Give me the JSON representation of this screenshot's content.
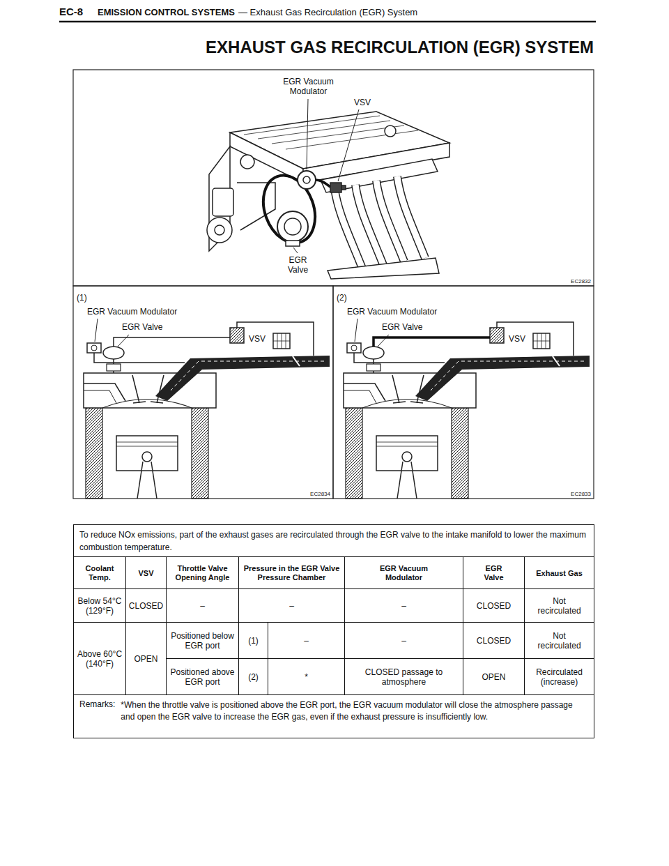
{
  "diagram": {
    "title": "EXHAUST GAS RECIRCULATION (EGR) SYSTEM",
    "labels": [
      "EC-8",
      "EMISSION CONTROL SYSTEMS",
      "— Exhaust Gas Recirculation (EGR) System",
      "EGR Vacuum Modulator",
      "VSV",
      "EGR Valve",
      "EC2832",
      "(1)",
      "EGR Vacuum Modulator",
      "EGR Valve",
      "VSV",
      "EC2834",
      "(2)",
      "EGR Vacuum Modulator",
      "EGR Valve",
      "VSV",
      "EC2833",
      "To reduce NOx emissions, part of the exhaust gases are recirculated through the EGR valve to the intake manifold to lower the maximum combustion temperature.",
      "Coolant Temp.",
      "VSV",
      "Throttle Valve Opening Angle",
      "Pressure in the EGR Valve Pressure Chamber",
      "EGR Vacuum Modulator",
      "EGR Valve",
      "Exhaust Gas",
      "Below 54°C (129°F)",
      "CLOSED",
      "–",
      "–",
      "–",
      "CLOSED",
      "Not recirculated",
      "Above 60°C (140°F)",
      "OPEN",
      "Positioned below EGR port",
      "(1)",
      "–",
      "–",
      "CLOSED",
      "Not recirculated",
      "Positioned above EGR port",
      "(2)",
      "*",
      "CLOSED passage to atmosphere",
      "OPEN",
      "Recirculated (increase)",
      "Remarks:",
      "*When the throttle valve is positioned above the EGR port, the EGR vacuum modulator will close the atmosphere passage and open the EGR valve to increase the EGR gas, even if the exhaust pressure is insufficiently low."
    ]
  }
}
